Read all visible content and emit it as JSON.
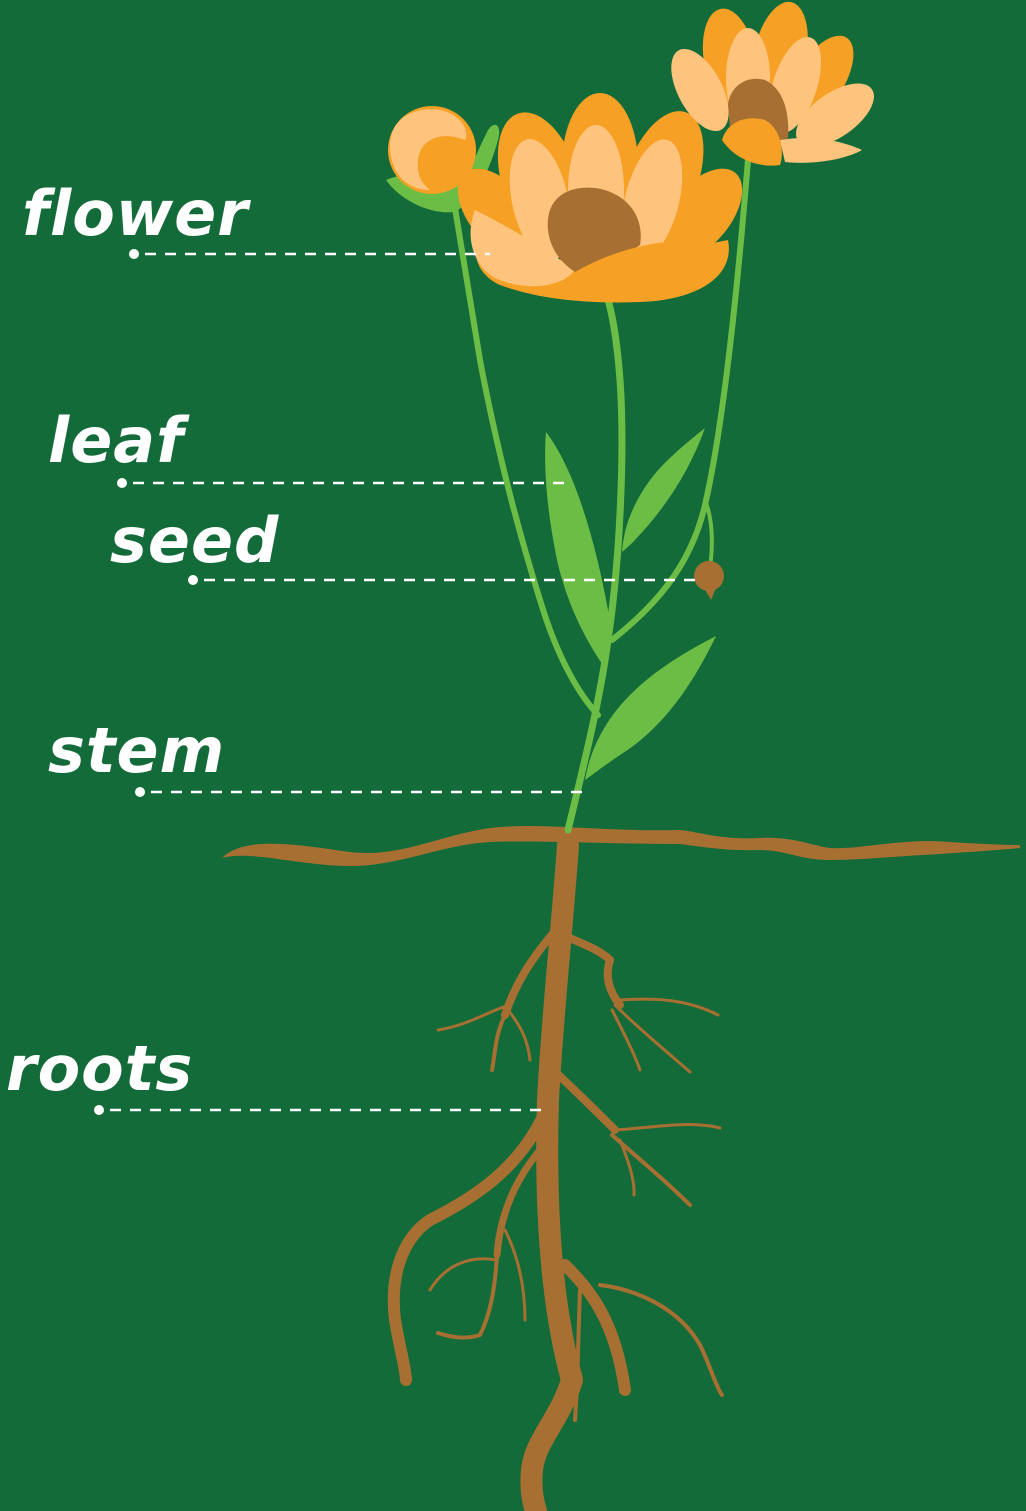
{
  "labels": {
    "flower": "flower",
    "leaf": "leaf",
    "seed": "seed",
    "stem": "stem",
    "roots": "roots"
  },
  "colors": {
    "background": "#146b3a",
    "stem": "#6cbd45",
    "leaf": "#6cbd45",
    "petal_light": "#fec47d",
    "petal_dark": "#f6a125",
    "flower_center": "#a86f32",
    "root": "#a86f32",
    "soil_line": "#a86f32",
    "label_text": "#ffffff"
  }
}
